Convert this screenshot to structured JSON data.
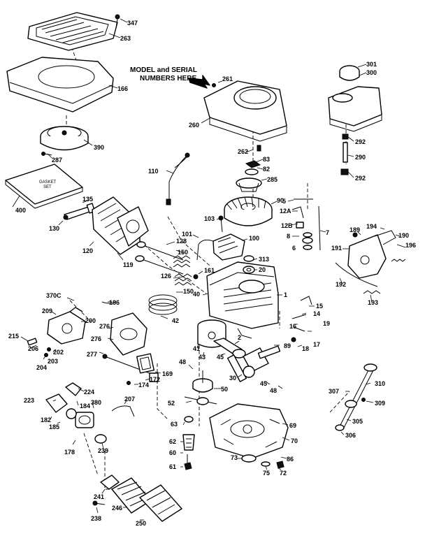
{
  "callout": {
    "line1": "MODEL and SERIAL",
    "line2": "NUMBERS HERE"
  },
  "gasket_text": {
    "line1": "GASKET",
    "line2": "SET"
  },
  "labels": {
    "p347": "347",
    "p263": "263",
    "p166": "166",
    "p390": "390",
    "p287": "287",
    "p400": "400",
    "p135": "135",
    "p130": "130",
    "p120": "120",
    "p119": "119",
    "p110": "110",
    "p261": "261",
    "p260": "260",
    "p262": "262",
    "p83": "83",
    "p82": "82",
    "p285": "285",
    "p90": "90",
    "p5": "5",
    "p12a": "12A",
    "p12b": "12B",
    "p8": "8",
    "p6": "6",
    "p7": "7",
    "p301": "301",
    "p300": "300",
    "p292a": "292",
    "p290": "290",
    "p292b": "292",
    "p103": "103",
    "p101": "101",
    "p100": "100",
    "p128": "128",
    "p150a": "150",
    "p126": "126",
    "p161": "161",
    "p313": "313",
    "p20": "20",
    "p40": "40",
    "p150b": "150",
    "p1": "1",
    "p189": "189",
    "p194": "194",
    "p190": "190",
    "p191": "191",
    "p196": "196",
    "p192": "192",
    "p193": "193",
    "p370c": "370C",
    "p209": "209",
    "p186": "186",
    "p200": "200",
    "p215": "215",
    "p206": "206",
    "p203": "203",
    "p202": "202",
    "p204": "204",
    "p276a": "276",
    "p276b": "276",
    "p42": "42",
    "p2": "2",
    "p15": "15",
    "p14": "14",
    "p19": "19",
    "p16": "16",
    "p17": "17",
    "p18": "18",
    "p89": "89",
    "p41": "41",
    "p43": "43",
    "p45a": "45",
    "p277": "277",
    "p169": "169",
    "p174": "174",
    "p172": "172",
    "p48a": "48",
    "p50": "50",
    "p30": "30",
    "p45b": "45",
    "p48b": "48",
    "p224": "224",
    "p223": "223",
    "p184": "184",
    "p380": "380",
    "p207": "207",
    "p182": "182",
    "p185": "185",
    "p52": "52",
    "p310": "310",
    "p307": "307",
    "p309": "309",
    "p305": "305",
    "p306": "306",
    "p178": "178",
    "p239": "239",
    "p63": "63",
    "p69": "69",
    "p70": "70",
    "p62": "62",
    "p60": "60",
    "p73": "73",
    "p86": "86",
    "p75": "75",
    "p72": "72",
    "p61": "61",
    "p241": "241",
    "p246": "246",
    "p238": "238",
    "p250": "250"
  }
}
